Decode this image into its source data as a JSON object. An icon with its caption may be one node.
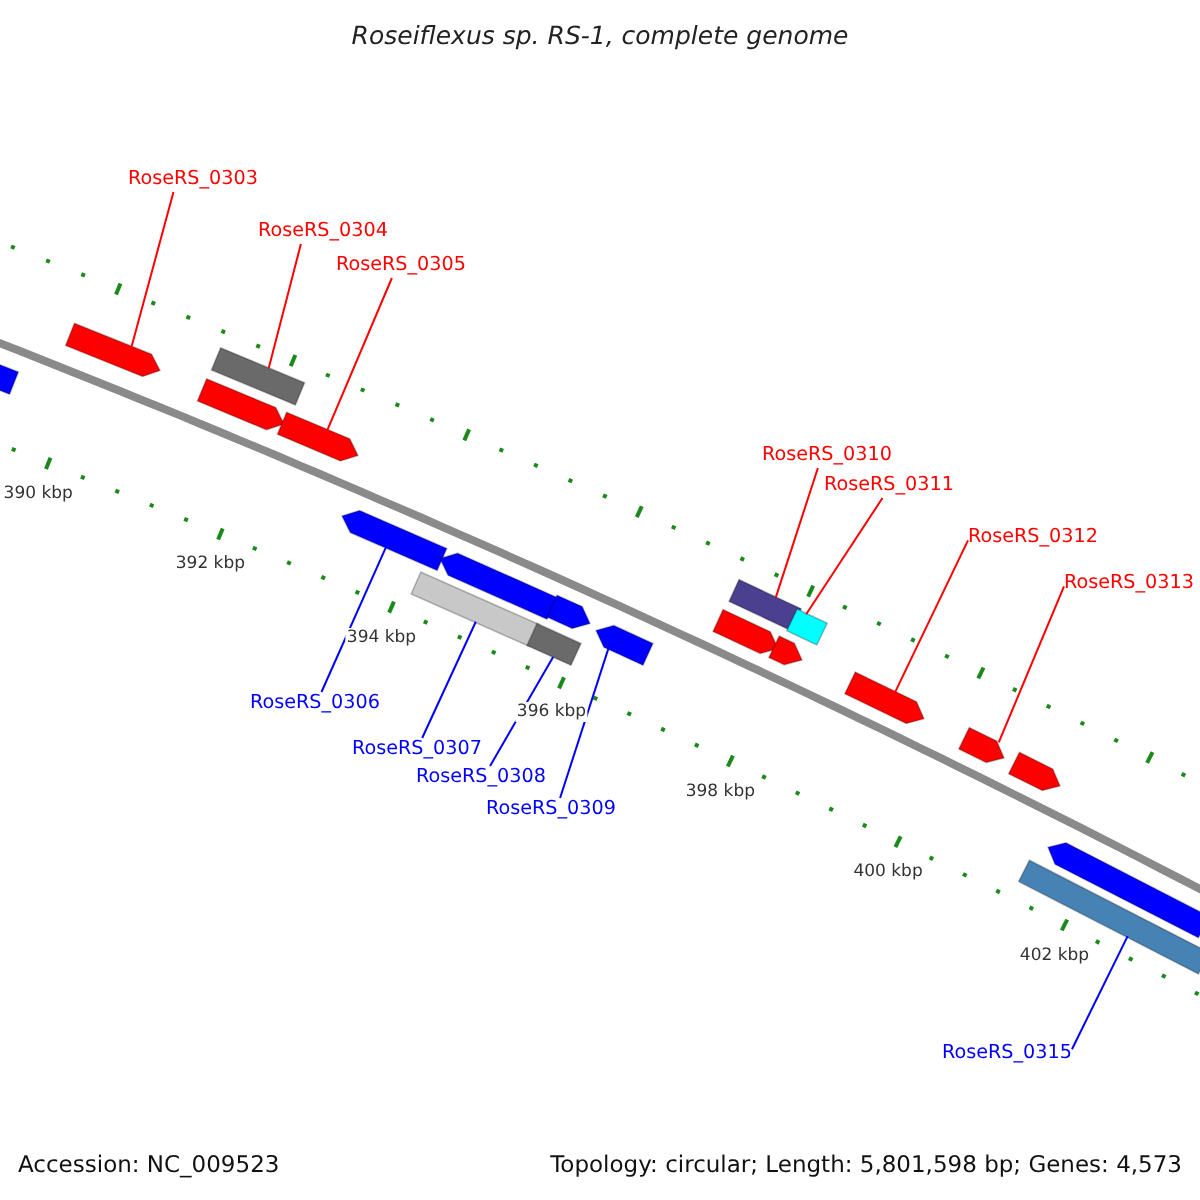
{
  "diagram": {
    "title": "Roseiflexus sp. RS-1, complete genome",
    "nodes": [
      {
        "text": [
          "RoseRS_0303"
        ]
      },
      {
        "text": [
          "RoseRS_0304"
        ]
      },
      {
        "text": [
          "RoseRS_0305"
        ]
      },
      {
        "text": [
          "RoseRS_0310"
        ]
      },
      {
        "text": [
          "RoseRS_0311"
        ]
      },
      {
        "text": [
          "RoseRS_0312"
        ]
      },
      {
        "text": [
          "RoseRS_0313"
        ]
      },
      {
        "text": [
          "RoseRS_0306"
        ]
      },
      {
        "text": [
          "RoseRS_0307"
        ]
      },
      {
        "text": [
          "RoseRS_0308"
        ]
      },
      {
        "text": [
          "RoseRS_0309"
        ]
      },
      {
        "text": [
          "RoseRS_0315"
        ]
      },
      {
        "text": [],
        "shape": "pentagon"
      },
      {
        "text": [],
        "shape": "pentagon"
      },
      {
        "text": [],
        "shape": "pentagon"
      },
      {
        "text": [],
        "shape": "bar"
      },
      {
        "text": [],
        "shape": "pentagon"
      },
      {
        "text": [],
        "shape": "pentagon"
      },
      {
        "text": [],
        "shape": "bar"
      },
      {
        "text": [],
        "shape": "pentagon"
      },
      {
        "text": [],
        "shape": "bar"
      },
      {
        "text": [],
        "shape": "pentagon"
      },
      {
        "text": [],
        "shape": "pentagon"
      },
      {
        "text": [],
        "shape": "pentagon"
      },
      {
        "text": [],
        "shape": "bar"
      },
      {
        "text": [],
        "shape": "pentagon"
      },
      {
        "text": [],
        "shape": "bar"
      },
      {
        "text": [],
        "shape": "pentagon"
      },
      {
        "text": [],
        "shape": "pentagon"
      },
      {
        "text": [],
        "shape": "pentagon"
      },
      {
        "text": [],
        "shape": "bar"
      },
      {
        "text": [],
        "shape": "pentagon"
      }
    ],
    "edges": [
      {
        "from": 0,
        "to": 13,
        "arrow": "none"
      },
      {
        "from": 1,
        "to": 15,
        "arrow": "none"
      },
      {
        "from": 2,
        "to": 16,
        "arrow": "none"
      },
      {
        "from": 3,
        "to": 24,
        "arrow": "none"
      },
      {
        "from": 4,
        "to": 26,
        "arrow": "none"
      },
      {
        "from": 5,
        "to": 27,
        "arrow": "none"
      },
      {
        "from": 6,
        "to": 28,
        "arrow": "none"
      },
      {
        "from": 7,
        "to": 17,
        "arrow": "none",
        "color": "#0000ff"
      },
      {
        "from": 8,
        "to": 18,
        "arrow": "none",
        "color": "#0000ff"
      },
      {
        "from": 9,
        "to": 20,
        "arrow": "none",
        "color": "#0000ff"
      },
      {
        "from": 10,
        "to": 22,
        "arrow": "none",
        "color": "#0000ff"
      },
      {
        "from": 11,
        "to": 30,
        "arrow": "none",
        "color": "#0000ff"
      }
    ],
    "labels": [
      "390 kbp",
      "392 kbp",
      "394 kbp",
      "396 kbp",
      "398 kbp",
      "400 kbp",
      "402 kbp",
      "Accession: NC_009523",
      "Topology: circular; Length: 5,801,598 bp; Genes: 4,573"
    ]
  }
}
